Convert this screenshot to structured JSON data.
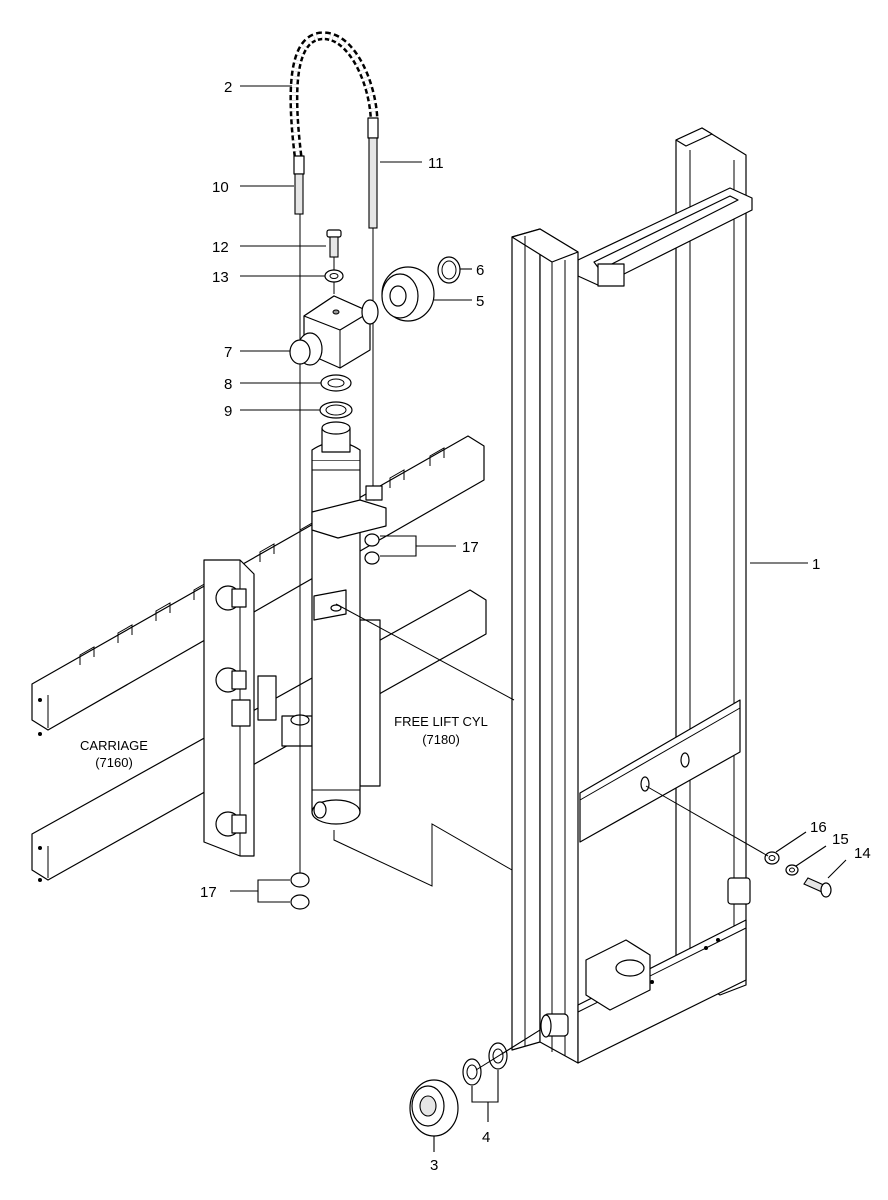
{
  "callouts": {
    "c1": "1",
    "c2": "2",
    "c3": "3",
    "c4": "4",
    "c5": "5",
    "c6": "6",
    "c7": "7",
    "c8": "8",
    "c9": "9",
    "c10": "10",
    "c11": "11",
    "c12": "12",
    "c13": "13",
    "c14": "14",
    "c15": "15",
    "c16": "16",
    "c17_upper": "17",
    "c17_lower": "17"
  },
  "captions": {
    "carriage_name": "CARRIAGE",
    "carriage_ref": "(7160)",
    "cylinder_name": "FREE LIFT CYL",
    "cylinder_ref": "(7180)"
  }
}
